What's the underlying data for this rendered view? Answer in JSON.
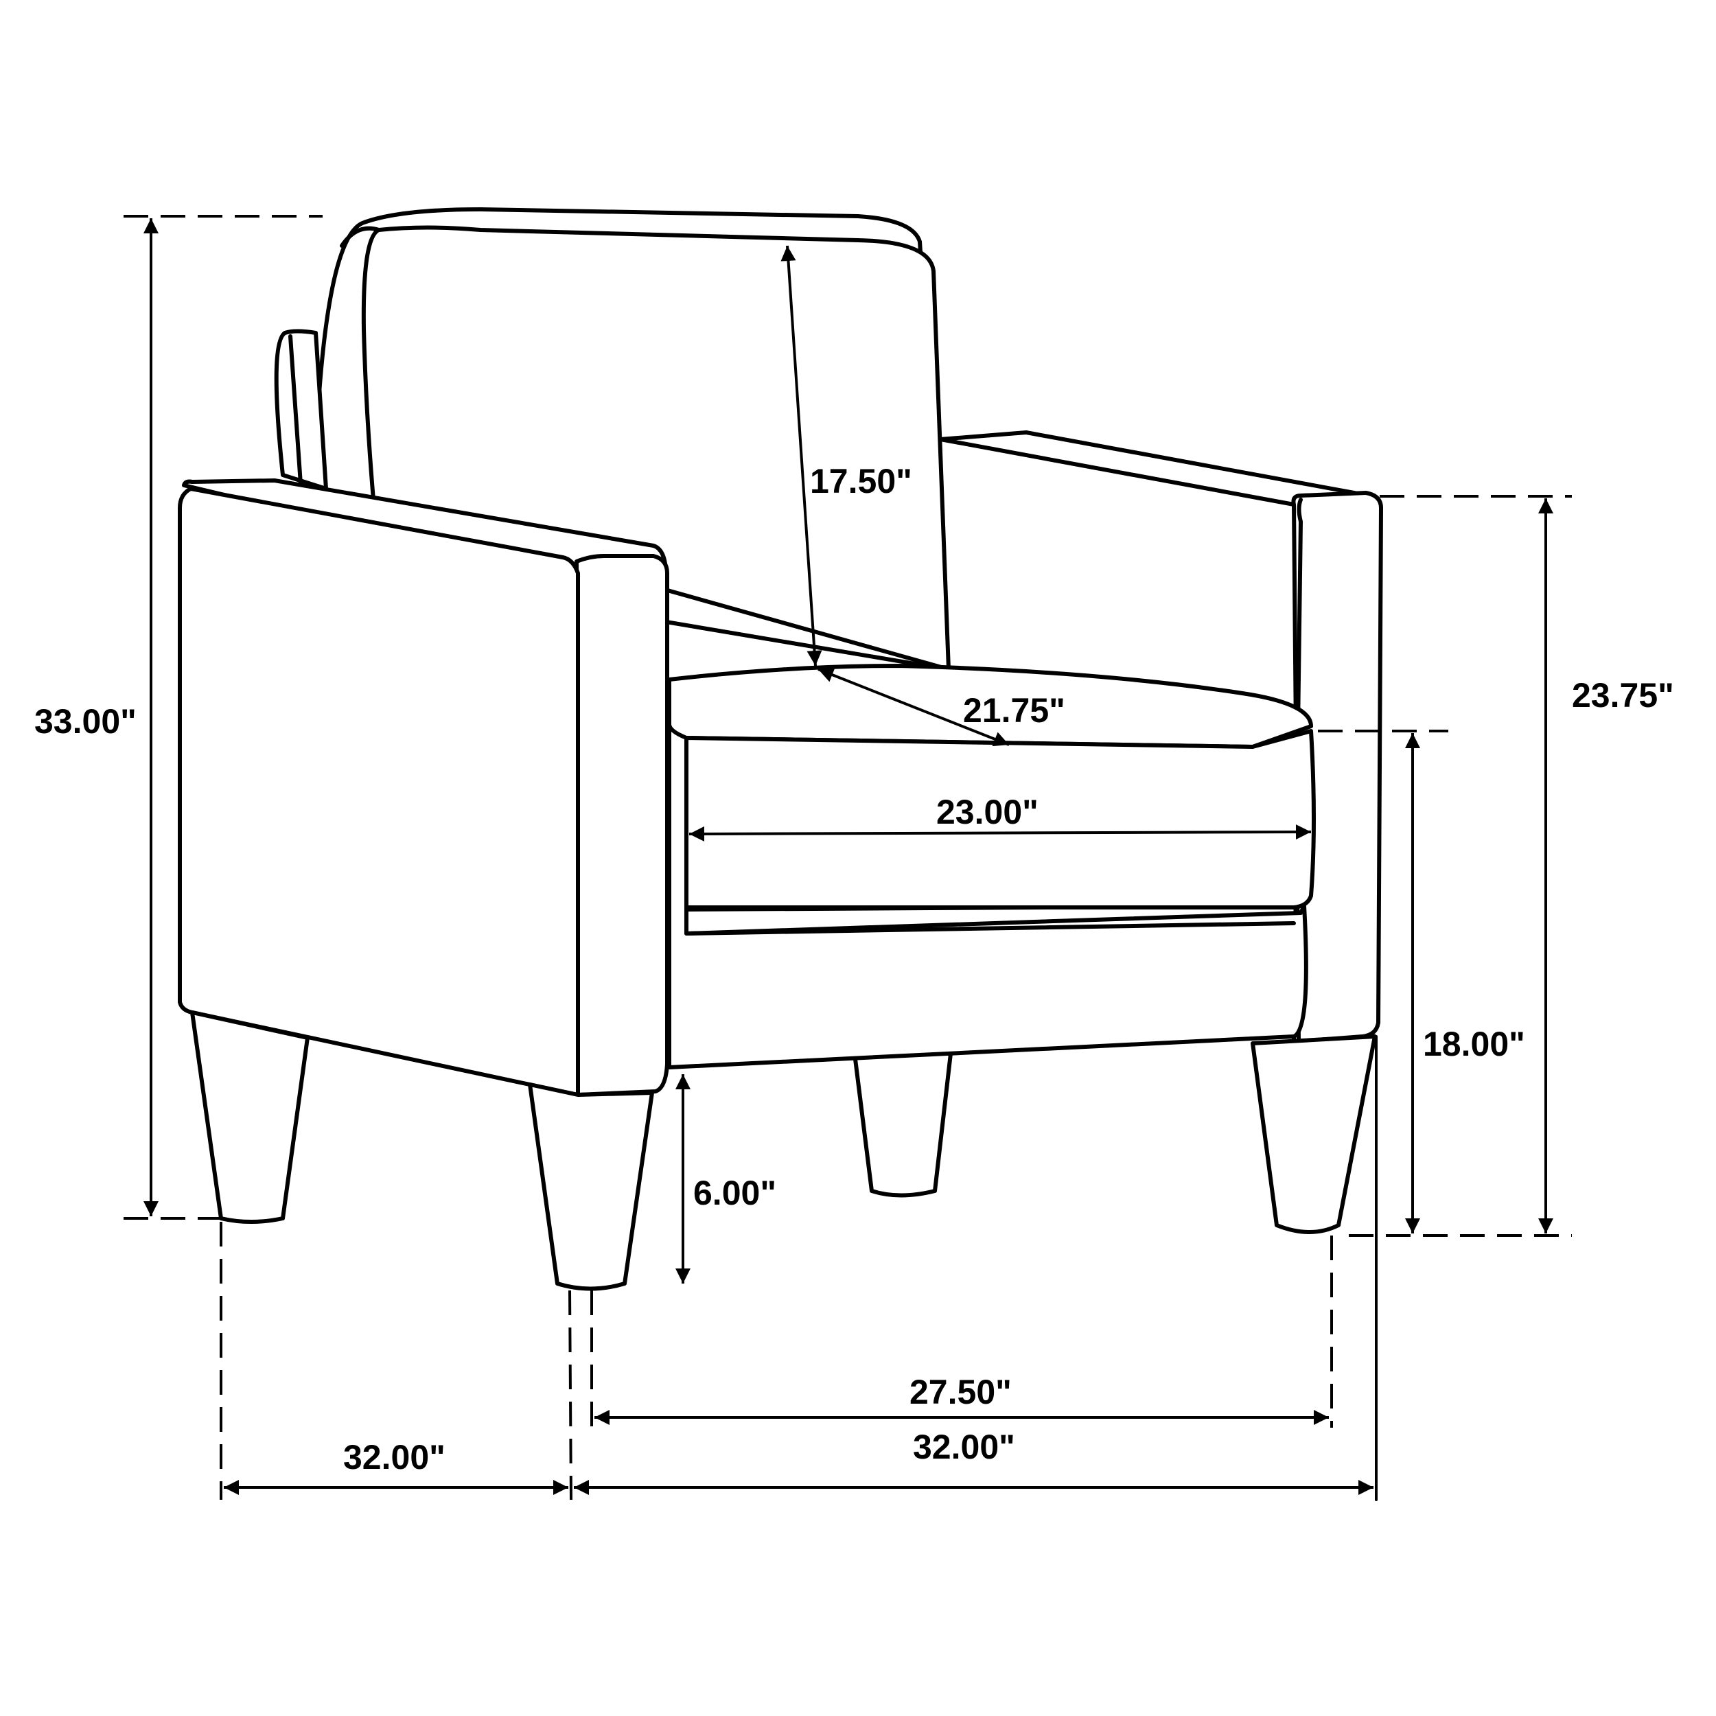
{
  "diagram": {
    "subject": "Upholstered accent chair dimensions drawing",
    "unit": "inches",
    "colors": {
      "line": "#000000",
      "background": "#ffffff"
    },
    "dimensions": {
      "overall_height": "33.00\"",
      "back_height": "17.50\"",
      "seat_depth": "21.75\"",
      "seat_width": "23.00\"",
      "arm_height": "23.75\"",
      "seat_height": "18.00\"",
      "leg_height": "6.00\"",
      "inner_leg_span": "27.50\"",
      "overall_depth": "32.00\"",
      "overall_width": "32.00\""
    }
  }
}
